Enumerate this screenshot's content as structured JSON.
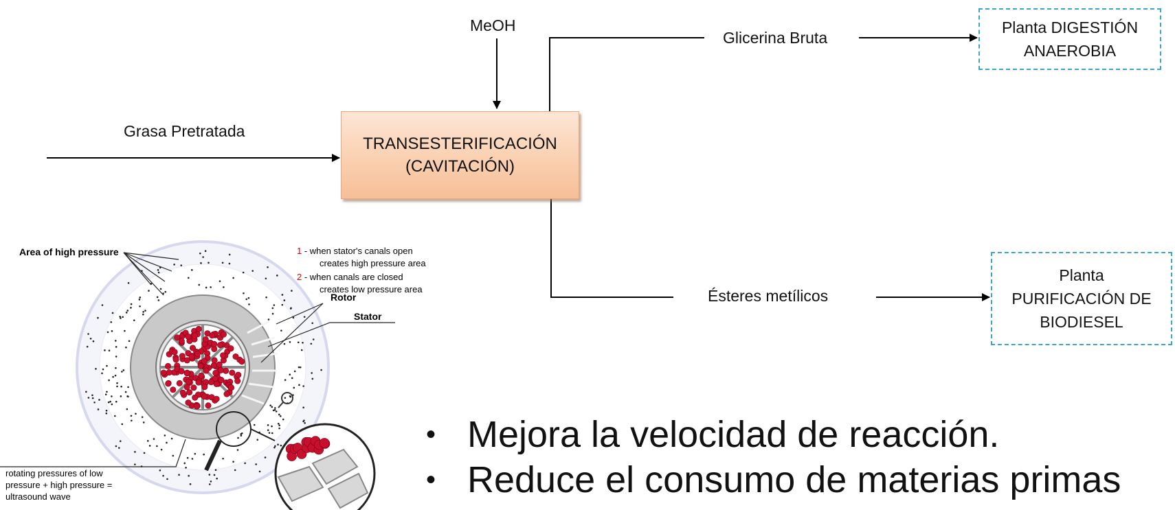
{
  "inputs": {
    "methanol": "MeOH",
    "feed": "Grasa Pretratada"
  },
  "process": {
    "line1": "TRANSESTERIFICACIÓN",
    "line2": "(CAVITACIÓN)"
  },
  "outputs": {
    "glycerin": "Glicerina Bruta",
    "esters": "Ésteres metílicos"
  },
  "destinations": {
    "digestion": {
      "line1": "Planta DIGESTIÓN",
      "line2": "ANAEROBIA"
    },
    "purification": {
      "line1": "Planta",
      "line2": "PURIFICACIÓN DE",
      "line3": "BIODIESEL"
    }
  },
  "bullets": [
    "Mejora la velocidad de reacción.",
    "Reduce el consumo de materias primas"
  ],
  "figure": {
    "area_label": "Area of high pressure",
    "rotor_label": "Rotor",
    "stator_label": "Stator",
    "note1_num": "1",
    "note1_a": " - when stator's canals open",
    "note1_b": "creates high pressure area",
    "note2_num": "2",
    "note2_a": " - when canals are closed",
    "note2_b": "creates low pressure area",
    "wave_1": "rotating pressures of low",
    "wave_2": "pressure + high pressure =",
    "wave_3": "ultrasound wave"
  },
  "colors": {
    "accent_dash": "#3aa6c6",
    "box_fill": "#fad0b0",
    "particle": "#c8102e"
  }
}
